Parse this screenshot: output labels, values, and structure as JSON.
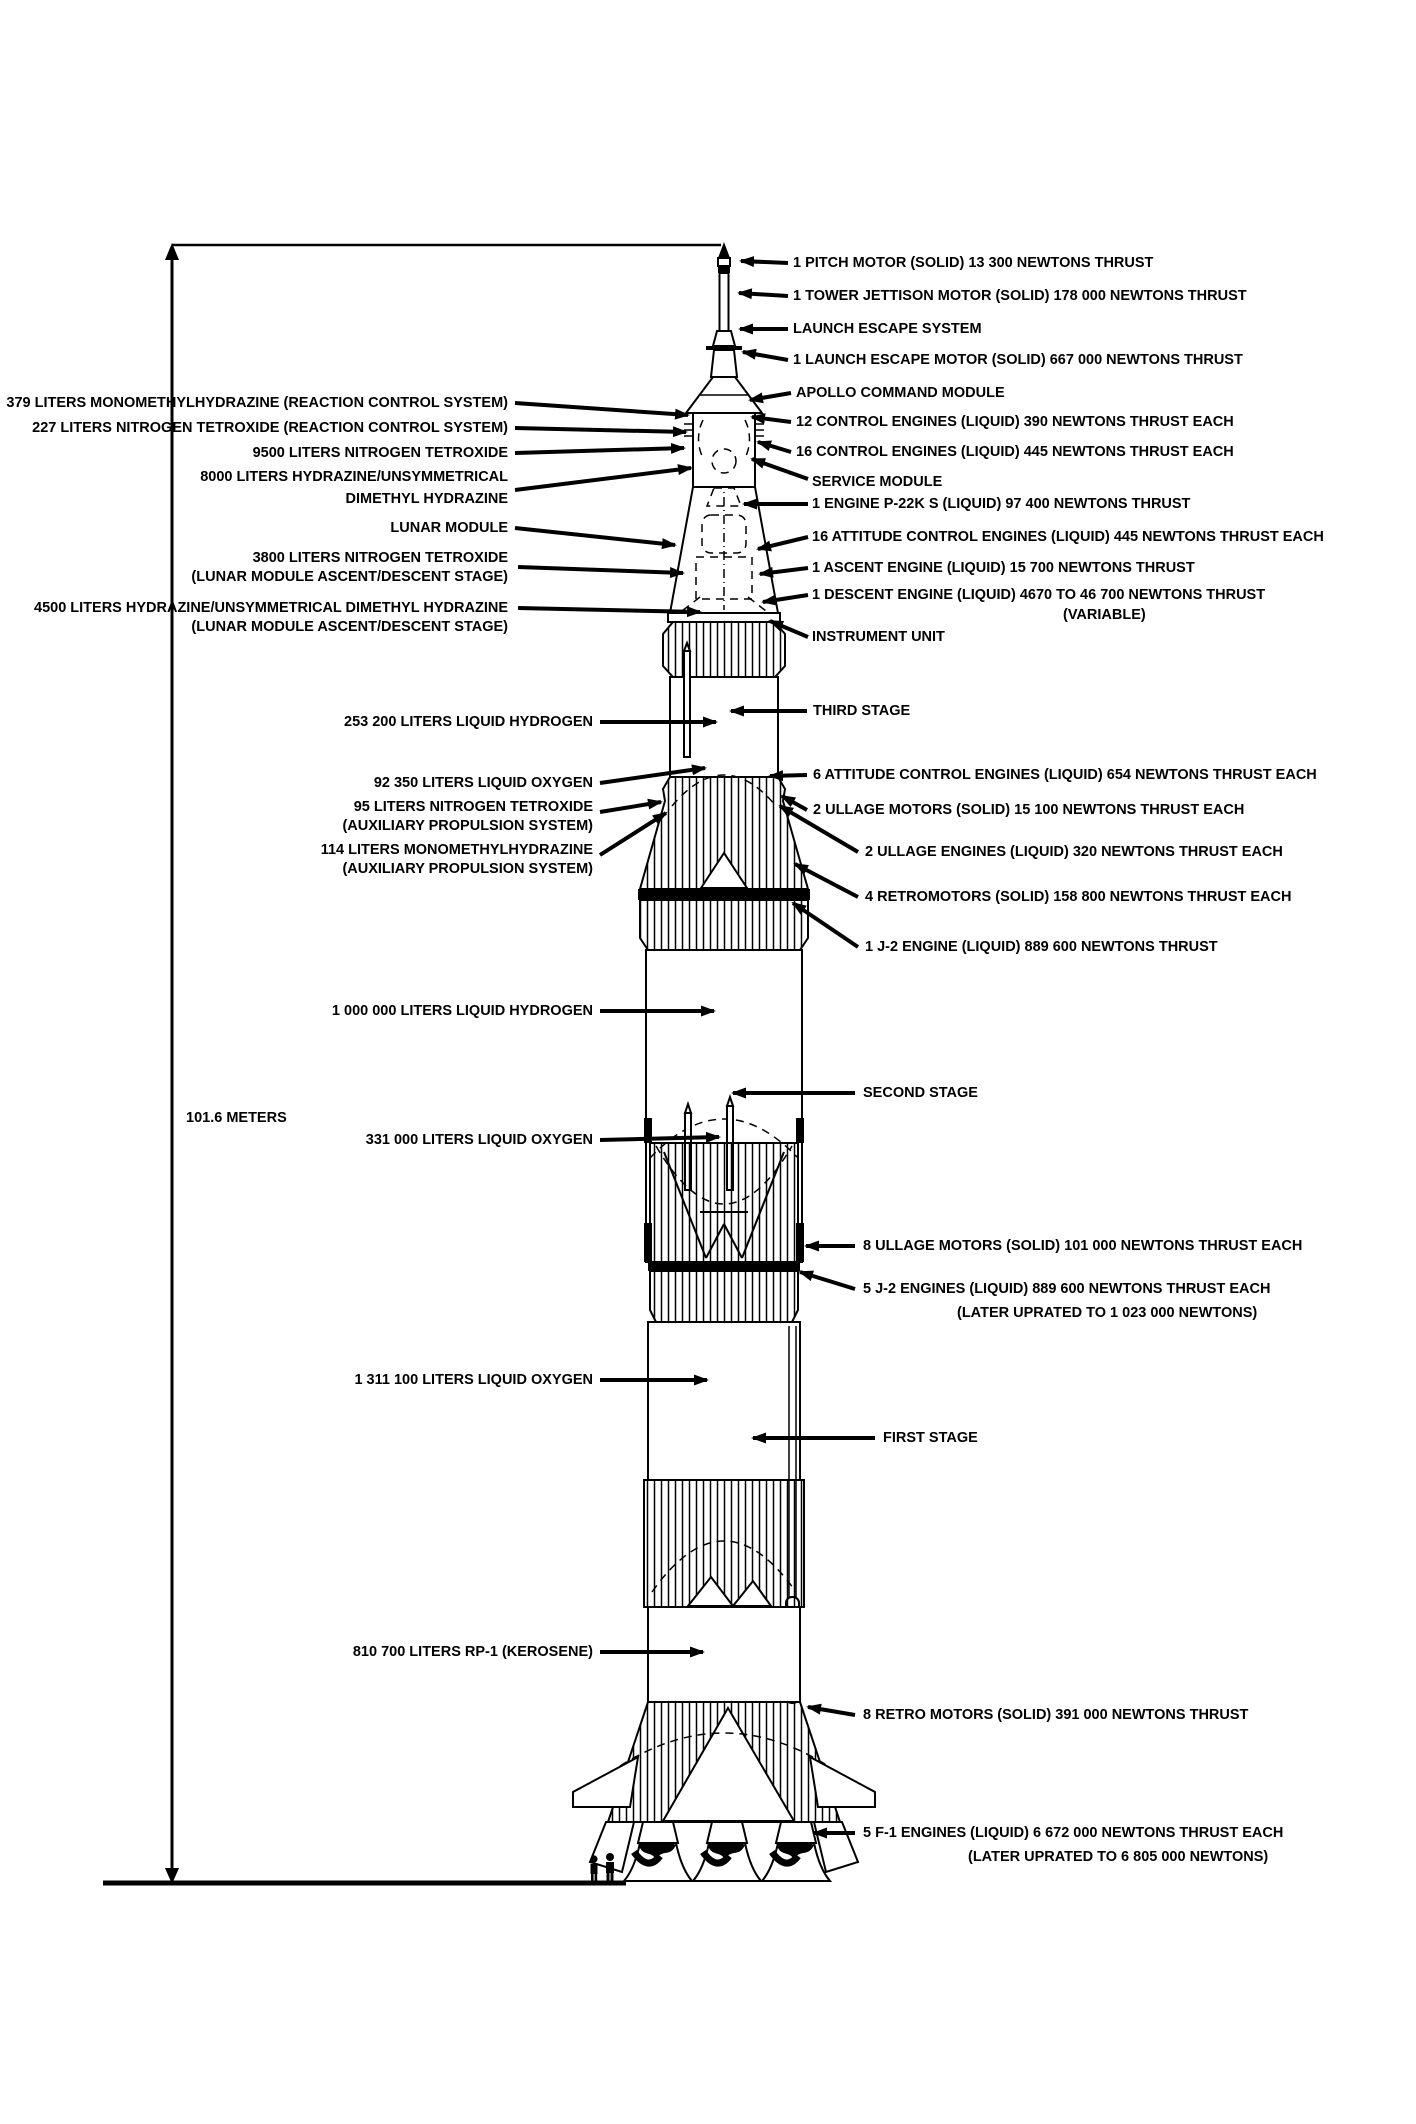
{
  "diagram": {
    "subject": "Saturn V rocket cutaway diagram",
    "height_dimension": "101.6 METERS",
    "ink_color": "#000000",
    "background_color": "#ffffff"
  },
  "ann": {
    "right": [
      "1 PITCH MOTOR (SOLID) 13 300 NEWTONS THRUST",
      "1 TOWER JETTISON MOTOR (SOLID) 178 000 NEWTONS THRUST",
      "LAUNCH ESCAPE SYSTEM",
      "1 LAUNCH ESCAPE MOTOR (SOLID) 667 000 NEWTONS THRUST",
      "APOLLO COMMAND MODULE",
      "12 CONTROL ENGINES (LIQUID) 390 NEWTONS THRUST EACH",
      "16 CONTROL ENGINES (LIQUID) 445 NEWTONS THRUST EACH",
      "SERVICE MODULE",
      "1 ENGINE P-22K S (LIQUID) 97 400 NEWTONS THRUST",
      "16 ATTITUDE CONTROL ENGINES (LIQUID) 445 NEWTONS THRUST EACH",
      "1 ASCENT ENGINE (LIQUID) 15 700 NEWTONS THRUST",
      "1 DESCENT ENGINE (LIQUID) 4670 TO 46 700 NEWTONS THRUST",
      "(VARIABLE)",
      "INSTRUMENT UNIT",
      "THIRD STAGE",
      "6 ATTITUDE CONTROL ENGINES (LIQUID) 654 NEWTONS THRUST EACH",
      "2 ULLAGE MOTORS (SOLID) 15 100 NEWTONS THRUST EACH",
      "2 ULLAGE ENGINES (LIQUID) 320 NEWTONS THRUST EACH",
      "4 RETROMOTORS (SOLID) 158 800 NEWTONS THRUST EACH",
      "1 J-2 ENGINE (LIQUID) 889 600 NEWTONS THRUST",
      "SECOND STAGE",
      "8 ULLAGE MOTORS (SOLID) 101 000 NEWTONS THRUST EACH",
      "5 J-2 ENGINES (LIQUID) 889 600 NEWTONS THRUST EACH",
      "(LATER UPRATED TO 1 023 000 NEWTONS)",
      "FIRST STAGE",
      "8 RETRO MOTORS (SOLID) 391 000 NEWTONS THRUST",
      "5 F-1 ENGINES (LIQUID) 6 672 000 NEWTONS THRUST EACH",
      "(LATER UPRATED TO 6 805 000 NEWTONS)"
    ],
    "left": [
      "379 LITERS MONOMETHYLHYDRAZINE (REACTION CONTROL SYSTEM)",
      "227 LITERS NITROGEN TETROXIDE (REACTION CONTROL SYSTEM)",
      "9500 LITERS NITROGEN TETROXIDE",
      "8000 LITERS HYDRAZINE/UNSYMMETRICAL",
      "DIMETHYL HYDRAZINE",
      "LUNAR MODULE",
      "3800 LITERS NITROGEN TETROXIDE",
      "(LUNAR MODULE ASCENT/DESCENT STAGE)",
      "4500 LITERS HYDRAZINE/UNSYMMETRICAL DIMETHYL HYDRAZINE",
      "(LUNAR MODULE ASCENT/DESCENT STAGE)",
      "253 200 LITERS LIQUID HYDROGEN",
      "92 350 LITERS LIQUID OXYGEN",
      "95 LITERS NITROGEN TETROXIDE",
      "(AUXILIARY PROPULSION SYSTEM)",
      "114 LITERS MONOMETHYLHYDRAZINE",
      "(AUXILIARY PROPULSION SYSTEM)",
      "1 000 000 LITERS LIQUID HYDROGEN",
      "331 000 LITERS LIQUID OXYGEN",
      "1 311 100 LITERS LIQUID OXYGEN",
      "810 700 LITERS RP-1 (KEROSENE)"
    ],
    "dimension": "101.6 METERS"
  }
}
